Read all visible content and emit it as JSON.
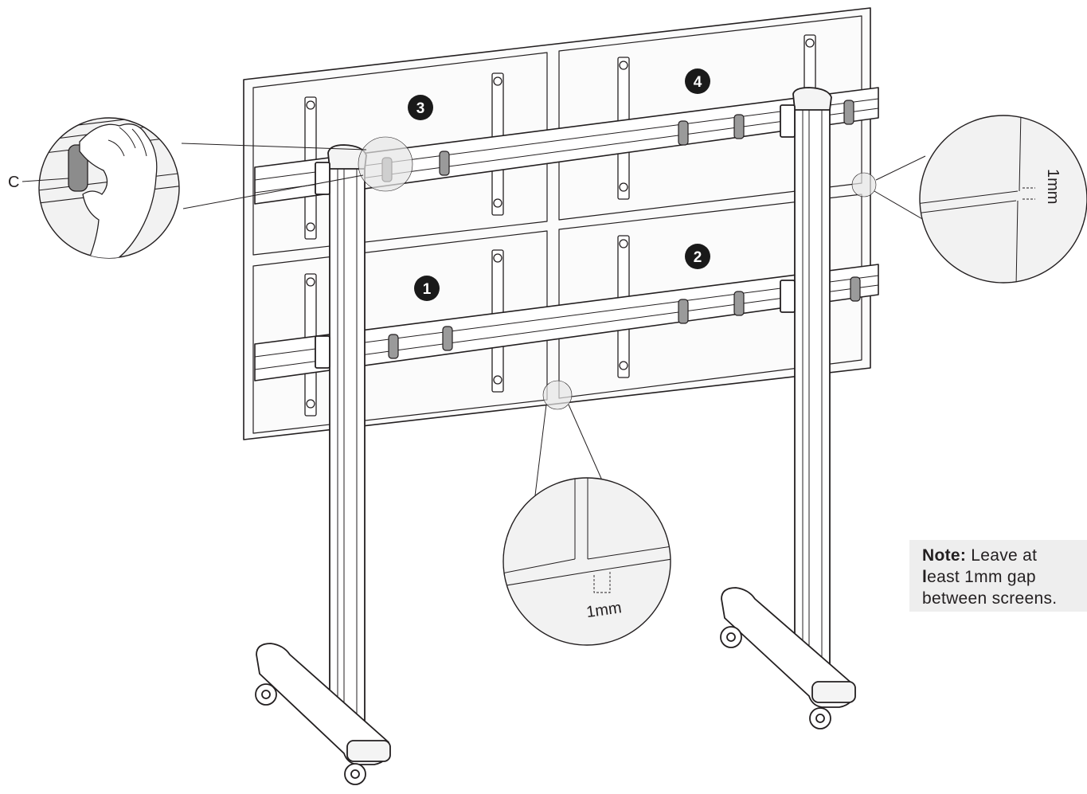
{
  "labels": {
    "part_c": "C",
    "gap_right": "1mm",
    "gap_bottom": "1mm"
  },
  "screens": [
    {
      "id": "screen-1",
      "number": "1"
    },
    {
      "id": "screen-2",
      "number": "2"
    },
    {
      "id": "screen-3",
      "number": "3"
    },
    {
      "id": "screen-4",
      "number": "4"
    }
  ],
  "note": {
    "heading": "Note:",
    "line1": " Leave at",
    "line2_first": "l",
    "line2_rest": "east 1mm gap",
    "line3": "between screens."
  },
  "colors": {
    "stroke": "#231f20",
    "magnifier_fill": "#f2f2f2",
    "note_bg": "#eeeeee",
    "badge": "#1a1a1a",
    "clip_fill": "#9a9a9a"
  }
}
